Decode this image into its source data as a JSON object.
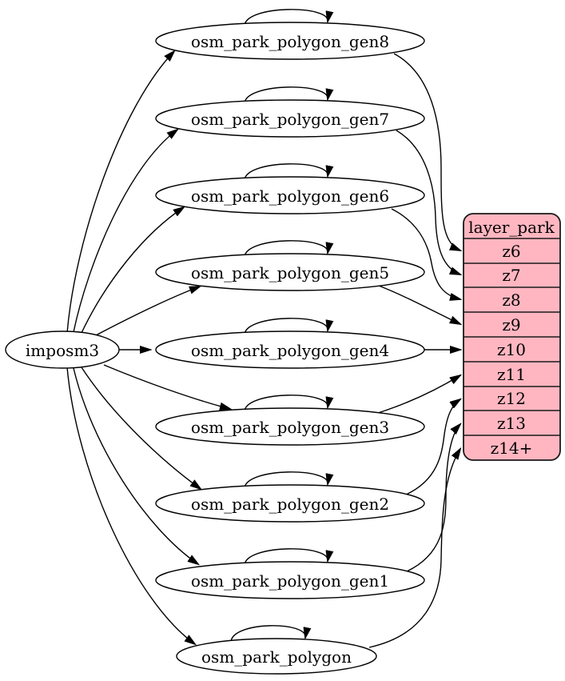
{
  "diagram": {
    "kind": "dependency-graph",
    "source": {
      "label": "imposm3"
    },
    "tables": [
      "osm_park_polygon_gen8",
      "osm_park_polygon_gen7",
      "osm_park_polygon_gen6",
      "osm_park_polygon_gen5",
      "osm_park_polygon_gen4",
      "osm_park_polygon_gen3",
      "osm_park_polygon_gen2",
      "osm_park_polygon_gen1",
      "osm_park_polygon"
    ],
    "layer": {
      "title": "layer_park",
      "zooms": [
        "z6",
        "z7",
        "z8",
        "z9",
        "z10",
        "z11",
        "z12",
        "z13",
        "z14+"
      ]
    },
    "edges": {
      "from_source": [
        "osm_park_polygon_gen8",
        "osm_park_polygon_gen7",
        "osm_park_polygon_gen6",
        "osm_park_polygon_gen5",
        "osm_park_polygon_gen4",
        "osm_park_polygon_gen3",
        "osm_park_polygon_gen2",
        "osm_park_polygon_gen1",
        "osm_park_polygon"
      ],
      "self_loops": [
        "osm_park_polygon_gen8",
        "osm_park_polygon_gen7",
        "osm_park_polygon_gen6",
        "osm_park_polygon_gen5",
        "osm_park_polygon_gen4",
        "osm_park_polygon_gen3",
        "osm_park_polygon_gen2",
        "osm_park_polygon_gen1",
        "osm_park_polygon"
      ],
      "table_to_zoom": {
        "osm_park_polygon_gen8": "z6",
        "osm_park_polygon_gen7": "z7",
        "osm_park_polygon_gen6": "z8",
        "osm_park_polygon_gen5": "z9",
        "osm_park_polygon_gen4": "z10",
        "osm_park_polygon_gen3": "z11",
        "osm_park_polygon_gen2": "z12",
        "osm_park_polygon_gen1": "z13",
        "osm_park_polygon": "z14+"
      }
    },
    "colors": {
      "node_fill": "#ffffff",
      "layer_fill": "#ffb6c1",
      "stroke": "#000000"
    }
  }
}
